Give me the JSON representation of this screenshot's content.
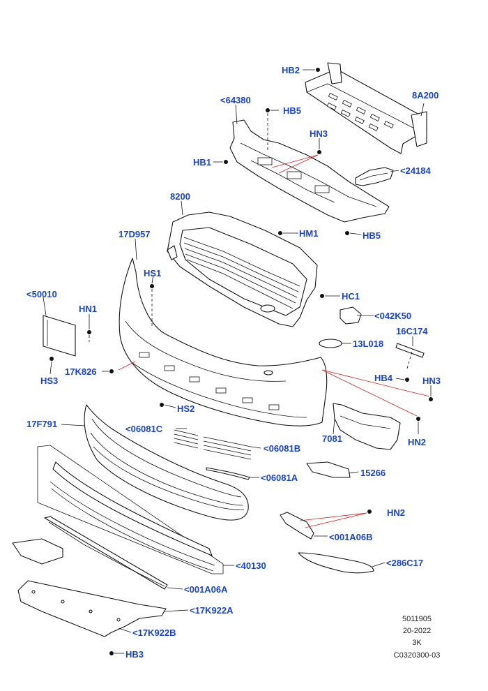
{
  "diagram": {
    "callouts": {
      "hb2": "HB2",
      "c8a200": "8A200",
      "c64380": "<64380",
      "hb5_top": "HB5",
      "hn3_top": "HN3",
      "hb1": "HB1",
      "c24184": "<24184",
      "c8200": "8200",
      "hb5_mid": "HB5",
      "hm1": "HM1",
      "c17d957": "17D957",
      "hs1": "HS1",
      "c50010": "<50010",
      "hn1": "HN1",
      "hc1": "HC1",
      "c042k50": "<042K50",
      "c16c174": "16C174",
      "c13l018": "13L018",
      "hs3": "HS3",
      "c17k826": "17K826",
      "hb4": "HB4",
      "hn3_right": "HN3",
      "hs2": "HS2",
      "c17f791": "17F791",
      "c06081c": "<06081C",
      "c7081": "7081",
      "hn2_right": "HN2",
      "c06081b": "<06081B",
      "c15266": "15266",
      "c06081a": "<06081A",
      "hn2_lower": "HN2",
      "c001a06b": "<001A06B",
      "c40130": "<40130",
      "c286c17": "<286C17",
      "c001a06a": "<001A06A",
      "c17k922a": "<17K922A",
      "c17k922b": "<17K922B",
      "hb3": "HB3"
    },
    "reference_block": [
      "5011905",
      "20-2022",
      "3K",
      "C0320300-03"
    ]
  }
}
